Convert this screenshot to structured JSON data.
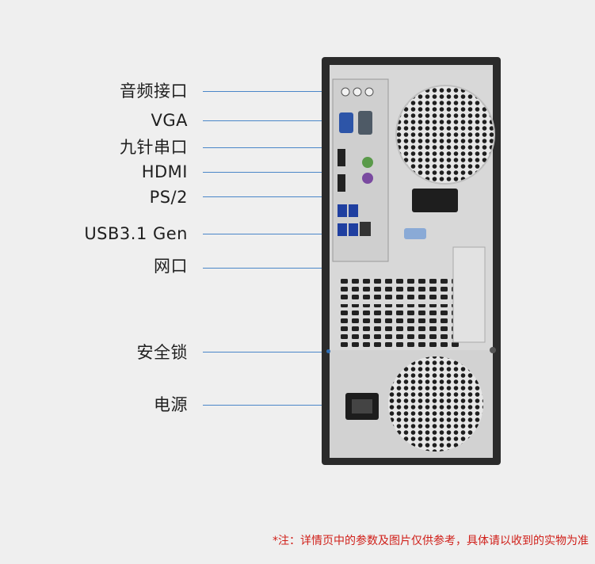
{
  "labels": {
    "audio": "音频接口",
    "vga": "VGA",
    "serial": "九针串口",
    "hdmi": "HDMI",
    "ps2": "PS/2",
    "usb": "USB3.1 Gen",
    "network": "网口",
    "lock": "安全锁",
    "power": "电源"
  },
  "disclaimer": "*注：详情页中的参数及图片仅供参考，具体请以收到的实物为准",
  "colors": {
    "leader": "#4a86c8",
    "disclaimer": "#d0201a",
    "chassis": "#2b2b2b",
    "panel": "#dcdcdc"
  }
}
